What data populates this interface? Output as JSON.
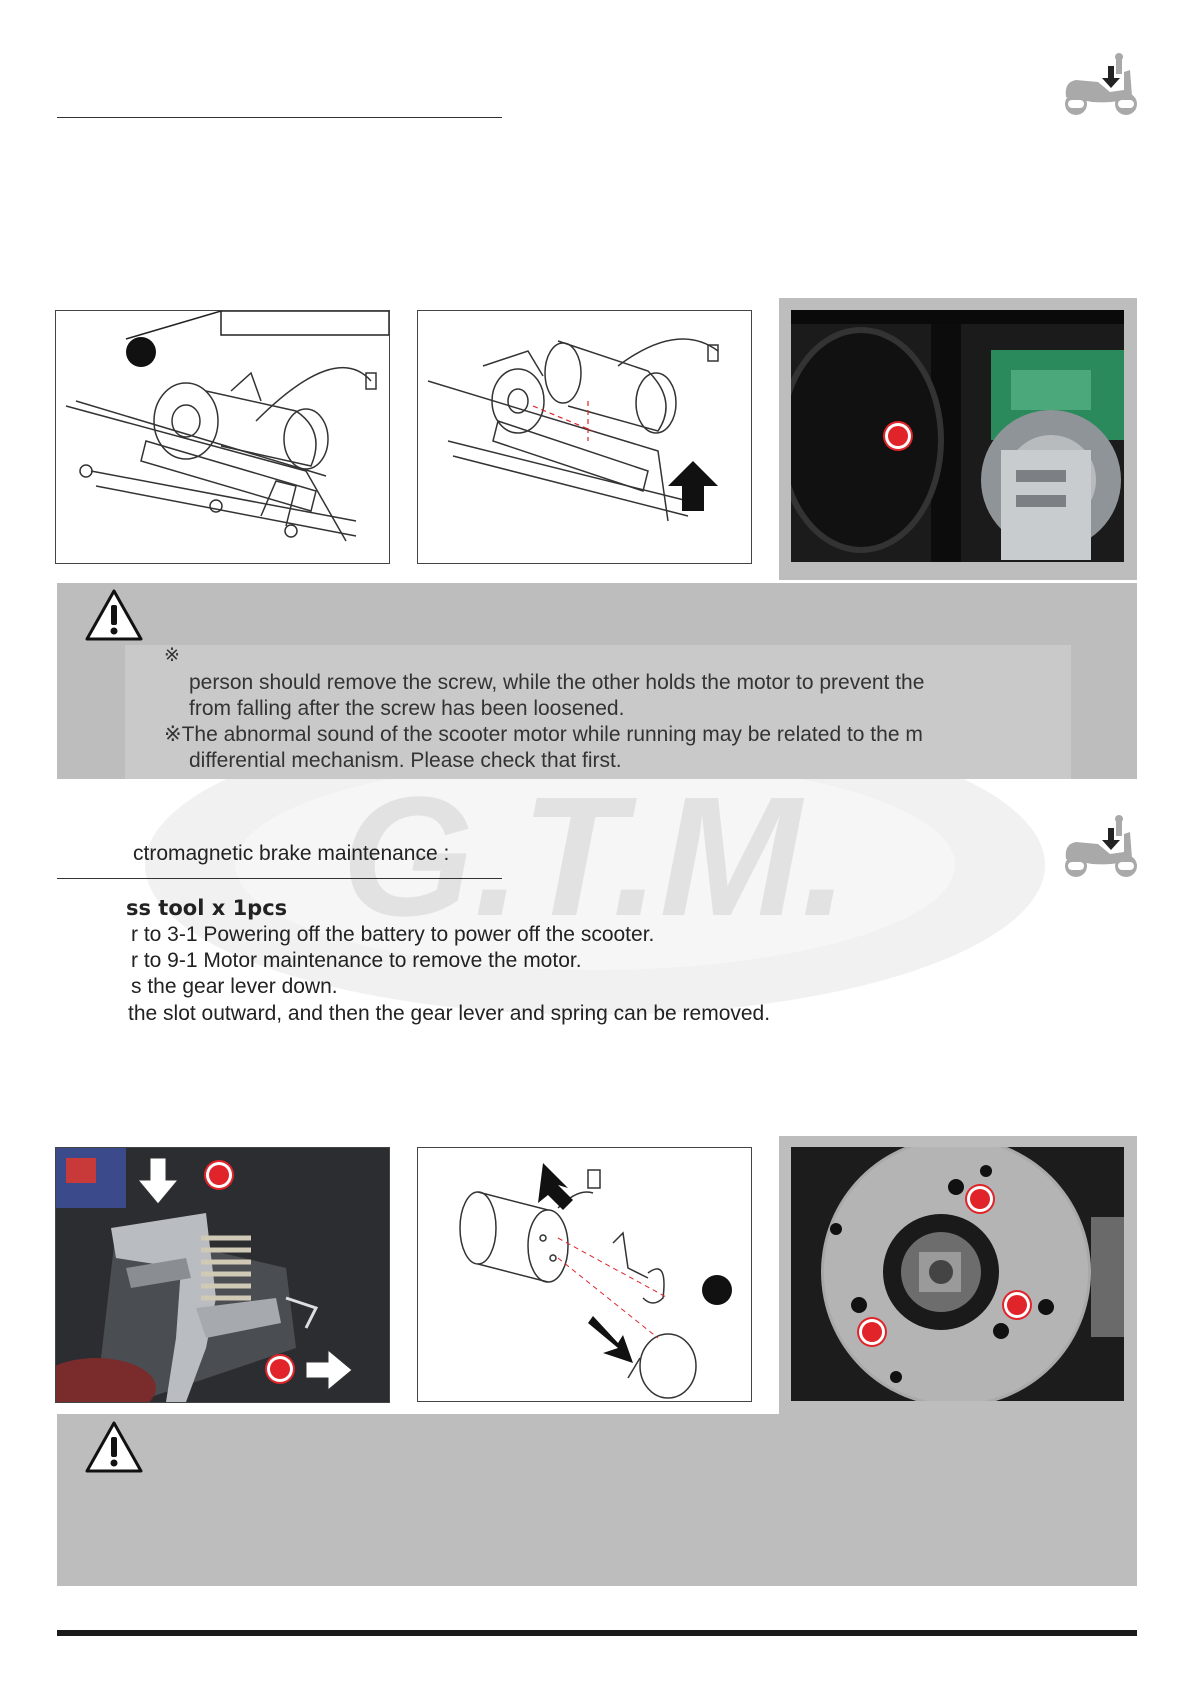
{
  "watermark": {
    "brand": "G.T.M.",
    "registered": "®"
  },
  "section_1": {
    "note_box": {
      "lines": [
        "※",
        "person should remove the screw, while the other holds the motor to prevent the",
        "from falling after the screw has been loosened.",
        "※The abnormal sound of the scooter motor while running may be related to the m",
        "differential mechanism. Please check that first."
      ]
    }
  },
  "section_2": {
    "heading": "ctromagnetic brake maintenance :",
    "tool_line": "ss tool x 1pcs",
    "steps": [
      "r to 3-1 Powering off the battery to power off the scooter.",
      "r to 9-1 Motor maintenance to remove the motor.",
      "s the gear lever down.",
      "the slot outward, and then the gear lever and spring can be removed."
    ]
  },
  "icons": {
    "scooter": "scooter-icon",
    "warning": "warning-icon",
    "up_arrow": "up-arrow-icon"
  },
  "colors": {
    "accent_red": "#e0242a",
    "panel_gray": "#bdbdbd"
  }
}
